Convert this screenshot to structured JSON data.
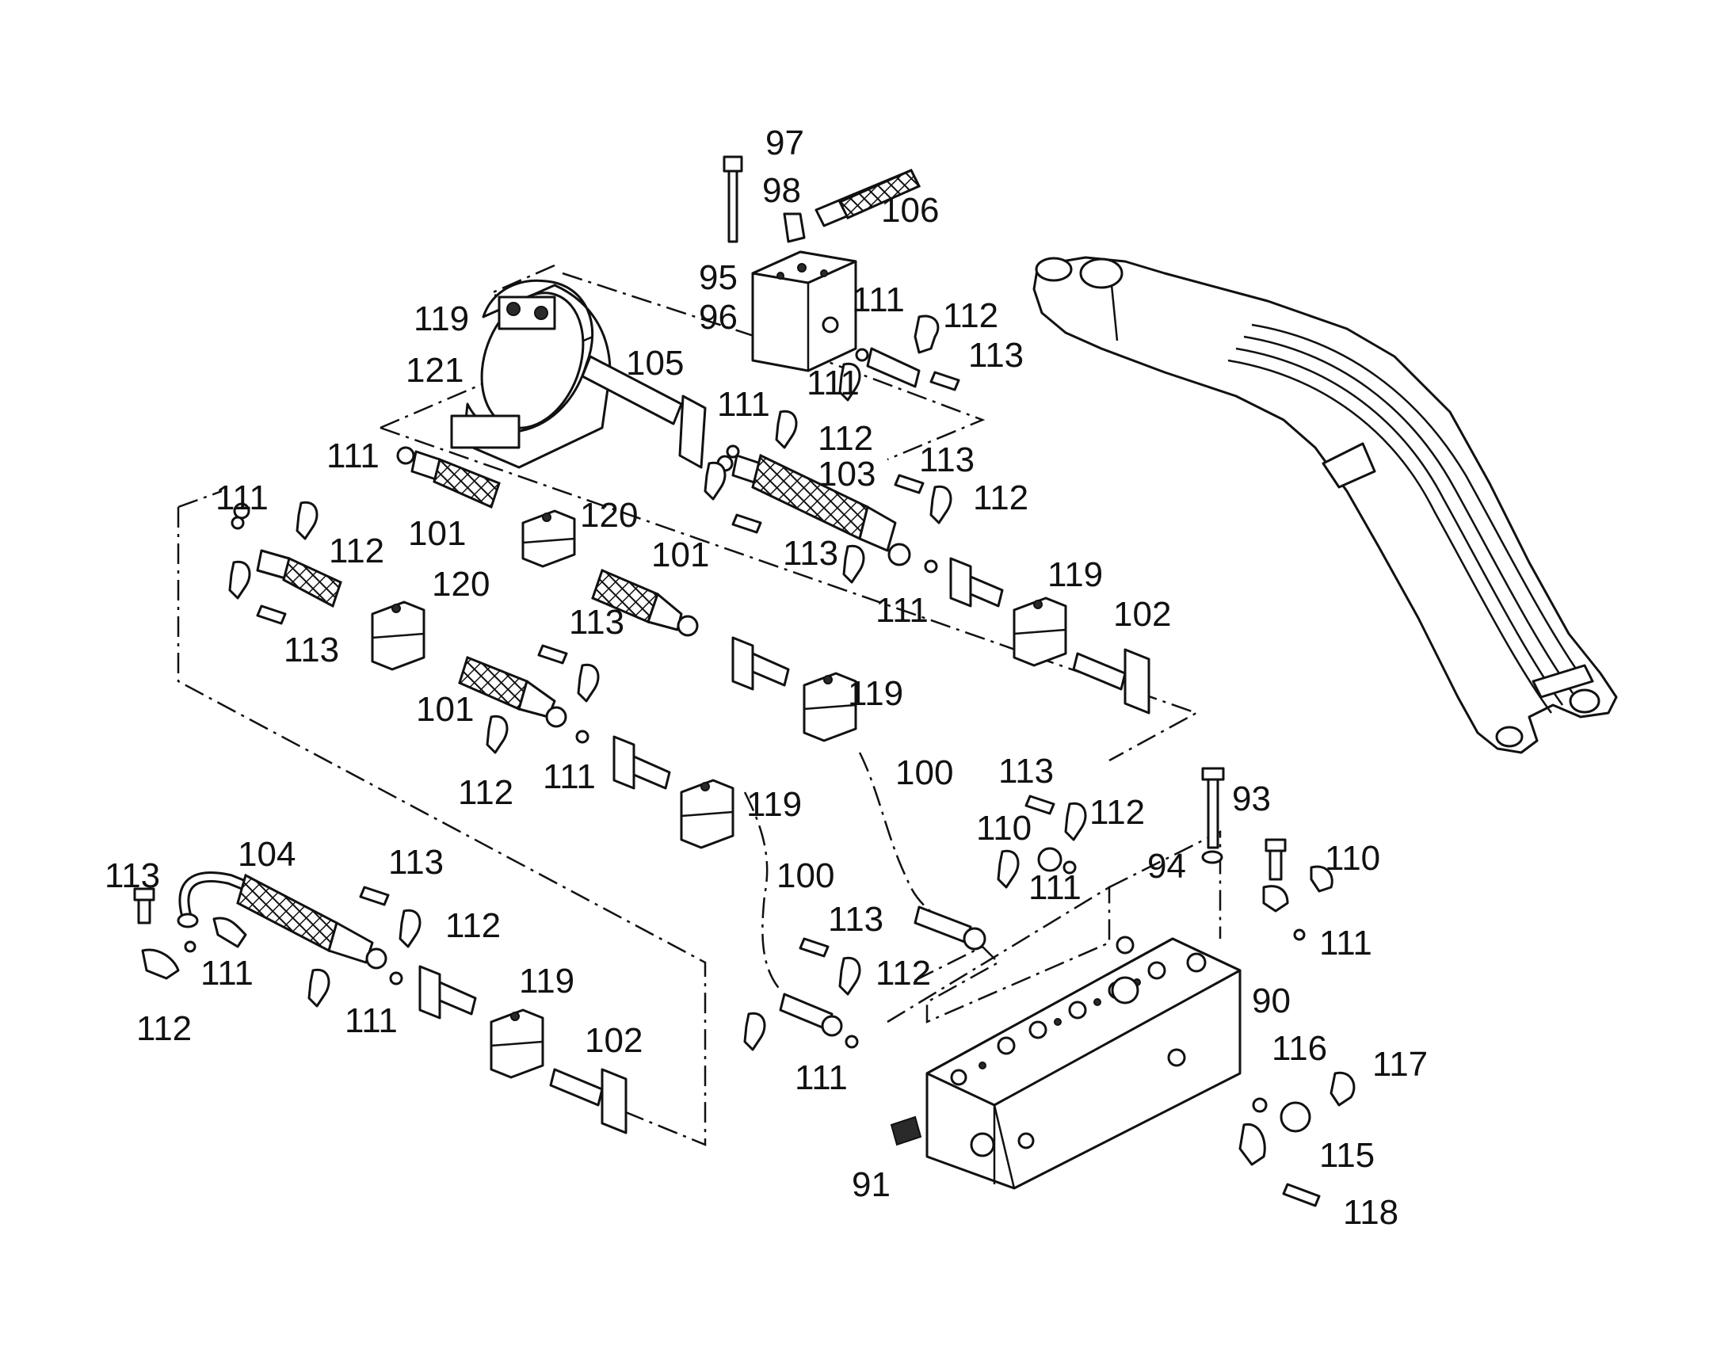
{
  "callouts": [
    {
      "id": "97a",
      "text": "97"
    },
    {
      "id": "98a",
      "text": "98"
    },
    {
      "id": "106a",
      "text": "106"
    },
    {
      "id": "95a",
      "text": "95"
    },
    {
      "id": "96a",
      "text": "96"
    },
    {
      "id": "119a",
      "text": "119"
    },
    {
      "id": "121a",
      "text": "121"
    },
    {
      "id": "105a",
      "text": "105"
    },
    {
      "id": "111a",
      "text": "111"
    },
    {
      "id": "112a",
      "text": "112"
    },
    {
      "id": "113a",
      "text": "113"
    },
    {
      "id": "111b",
      "text": "111"
    },
    {
      "id": "111c",
      "text": "111"
    },
    {
      "id": "112b",
      "text": "112"
    },
    {
      "id": "113b",
      "text": "113"
    },
    {
      "id": "103a",
      "text": "103"
    },
    {
      "id": "112c",
      "text": "112"
    },
    {
      "id": "111d",
      "text": "111"
    },
    {
      "id": "111e",
      "text": "111"
    },
    {
      "id": "112d",
      "text": "112"
    },
    {
      "id": "101a",
      "text": "101"
    },
    {
      "id": "120a",
      "text": "120"
    },
    {
      "id": "101b",
      "text": "101"
    },
    {
      "id": "113c",
      "text": "113"
    },
    {
      "id": "111f",
      "text": "111"
    },
    {
      "id": "119b",
      "text": "119"
    },
    {
      "id": "102a",
      "text": "102"
    },
    {
      "id": "120b",
      "text": "120"
    },
    {
      "id": "113d",
      "text": "113"
    },
    {
      "id": "113e",
      "text": "113"
    },
    {
      "id": "101c",
      "text": "101"
    },
    {
      "id": "119c",
      "text": "119"
    },
    {
      "id": "100a",
      "text": "100"
    },
    {
      "id": "111g",
      "text": "111"
    },
    {
      "id": "112e",
      "text": "112"
    },
    {
      "id": "119d",
      "text": "119"
    },
    {
      "id": "113f",
      "text": "113"
    },
    {
      "id": "112f",
      "text": "112"
    },
    {
      "id": "110a",
      "text": "110"
    },
    {
      "id": "93a",
      "text": "93"
    },
    {
      "id": "111h",
      "text": "111"
    },
    {
      "id": "94a",
      "text": "94"
    },
    {
      "id": "110b",
      "text": "110"
    },
    {
      "id": "104a",
      "text": "104"
    },
    {
      "id": "113g",
      "text": "113"
    },
    {
      "id": "113h",
      "text": "113"
    },
    {
      "id": "100b",
      "text": "100"
    },
    {
      "id": "111i",
      "text": "111"
    },
    {
      "id": "112g",
      "text": "112"
    },
    {
      "id": "111j",
      "text": "111"
    },
    {
      "id": "113i",
      "text": "113"
    },
    {
      "id": "112h",
      "text": "112"
    },
    {
      "id": "90a",
      "text": "90"
    },
    {
      "id": "112i",
      "text": "112"
    },
    {
      "id": "111k",
      "text": "111"
    },
    {
      "id": "119e",
      "text": "119"
    },
    {
      "id": "116a",
      "text": "116"
    },
    {
      "id": "102b",
      "text": "102"
    },
    {
      "id": "111l",
      "text": "111"
    },
    {
      "id": "117a",
      "text": "117"
    },
    {
      "id": "115a",
      "text": "115"
    },
    {
      "id": "91a",
      "text": "91"
    },
    {
      "id": "118a",
      "text": "118"
    }
  ]
}
